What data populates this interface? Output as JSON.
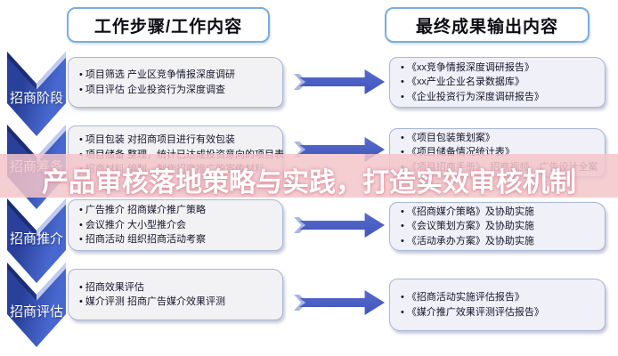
{
  "columns": {
    "left_header": "工作步骤/工作内容",
    "right_header": "最终成果输出内容"
  },
  "stages": [
    {
      "label": "招商阶段"
    },
    {
      "label": "招商筹备"
    },
    {
      "label": "招商推介"
    },
    {
      "label": "招商评估"
    }
  ],
  "rows": [
    {
      "steps": [
        "项目筛选 产业区竞争情报深度调研",
        "项目评估 企业投资行为深度调查"
      ],
      "outputs": [
        "《xx竞争情报深度调研报告》",
        "《xx产业企业名录数据库》",
        "《企业投资行为深度调研报告》"
      ]
    },
    {
      "steps": [
        "项目包装 对招商项目进行有效包装",
        "项目储备 整理，统计已达成投资意向的项目表",
        "招商材料 编制，制作招商推广的宣传材料"
      ],
      "outputs": [
        "《项目包装策划案》",
        "《项目储备情况统计表》",
        "《项目招商手册》、招商视频、广告设计全案"
      ]
    },
    {
      "steps": [
        "广告推介 招商媒介推广策略",
        "会议推介 大小型推介会",
        "招商活动 组织招商活动考察"
      ],
      "outputs": [
        "《招商媒介策略》及协助实施",
        "《会议策划方案》及协助实施",
        "《活动承办方案》及协助实施"
      ]
    },
    {
      "steps": [
        "招商效果评估",
        "媒介评测 招商广告媒介效果评测"
      ],
      "outputs": [
        "《招商活动实施评估报告》",
        "《媒介推广效果评测评估报告》"
      ]
    }
  ],
  "overlay": {
    "title": "产品审核落地策略与实践，打造实效审核机制"
  },
  "colors": {
    "chevron_blue": "#3350b0",
    "arrow_blue": "#4a5ec4",
    "band_pink": "#f3c5ca",
    "header_border": "#76aee2",
    "left_box_fill": "#f2f2f5",
    "right_box_fill": "#eff0f8"
  }
}
